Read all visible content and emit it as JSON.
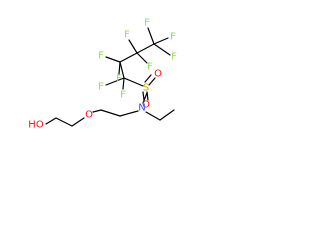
{
  "colors": {
    "fluorine": "#90e050",
    "oxygen": "#ff0d0d",
    "nitrogen": "#3050f8",
    "sulfur": "#c8a000",
    "bond": "#000000"
  },
  "atoms": {
    "f1": "F",
    "f2": "F",
    "f3": "F",
    "f4": "F",
    "f5": "F",
    "f6": "F",
    "f7": "F",
    "f8": "F",
    "f9": "F",
    "s": "S",
    "o_top": "O",
    "o_bottom": "O",
    "n": "N",
    "o_ether": "O",
    "ho": "HO"
  }
}
